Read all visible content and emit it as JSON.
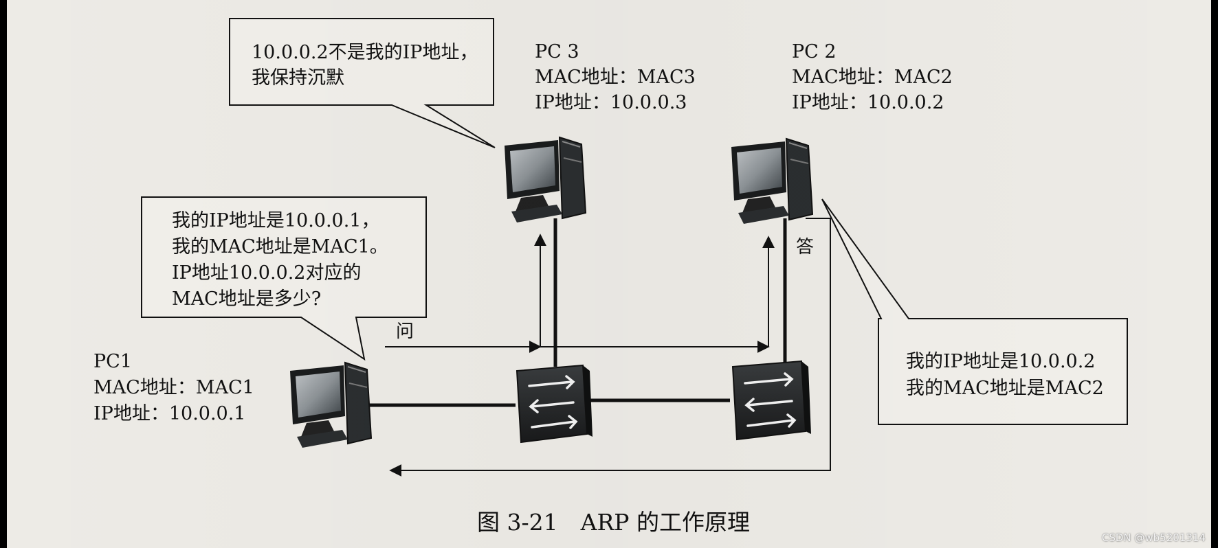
{
  "bubble_pc3": {
    "line1": "10.0.0.2不是我的IP地址，",
    "line2": "我保持沉默"
  },
  "bubble_pc1": {
    "line1": "我的IP地址是10.0.0.1，",
    "line2": "我的MAC地址是MAC1。",
    "line3": "IP地址10.0.0.2对应的",
    "line4": "MAC地址是多少?"
  },
  "bubble_pc2": {
    "line1": "我的IP地址是10.0.0.2",
    "line2": "我的MAC地址是MAC2"
  },
  "pc1": {
    "name": "PC1",
    "mac": "MAC地址：MAC1",
    "ip": "IP地址：10.0.0.1"
  },
  "pc2": {
    "name": "PC 2",
    "mac": "MAC地址：MAC2",
    "ip": "IP地址：10.0.0.2"
  },
  "pc3": {
    "name": "PC 3",
    "mac": "MAC地址：MAC3",
    "ip": "IP地址：10.0.0.3"
  },
  "label_ask": "问",
  "label_answer": "答",
  "caption": "图 3-21　ARP 的工作原理",
  "watermark": "CSDN @wb5201314"
}
